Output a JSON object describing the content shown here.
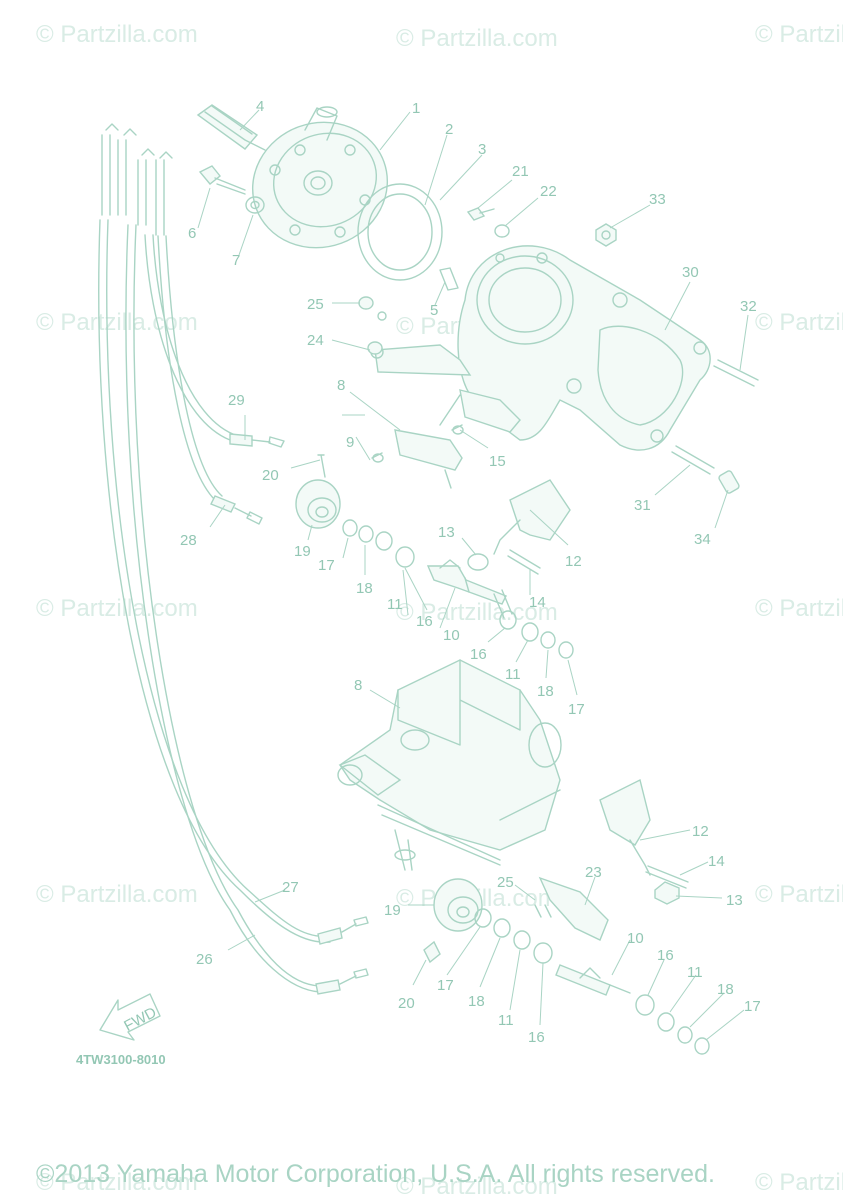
{
  "watermark": "© Partzilla.com",
  "diagram_code": "4TW3100-8010",
  "fwd_label": "FWD",
  "copyright": "©2013 Yamaha Motor Corporation, U.S.A. All rights reserved.",
  "callouts": [
    "1",
    "2",
    "3",
    "4",
    "5",
    "6",
    "7",
    "8",
    "9",
    "10",
    "11",
    "12",
    "13",
    "14",
    "15",
    "16",
    "17",
    "18",
    "19",
    "20",
    "21",
    "22",
    "23",
    "24",
    "25",
    "26",
    "27",
    "28",
    "29",
    "30",
    "31",
    "32",
    "33",
    "34"
  ],
  "colors": {
    "line": "#a9d4c4",
    "label": "#93c7b4",
    "watermark": "#d9ece5"
  }
}
